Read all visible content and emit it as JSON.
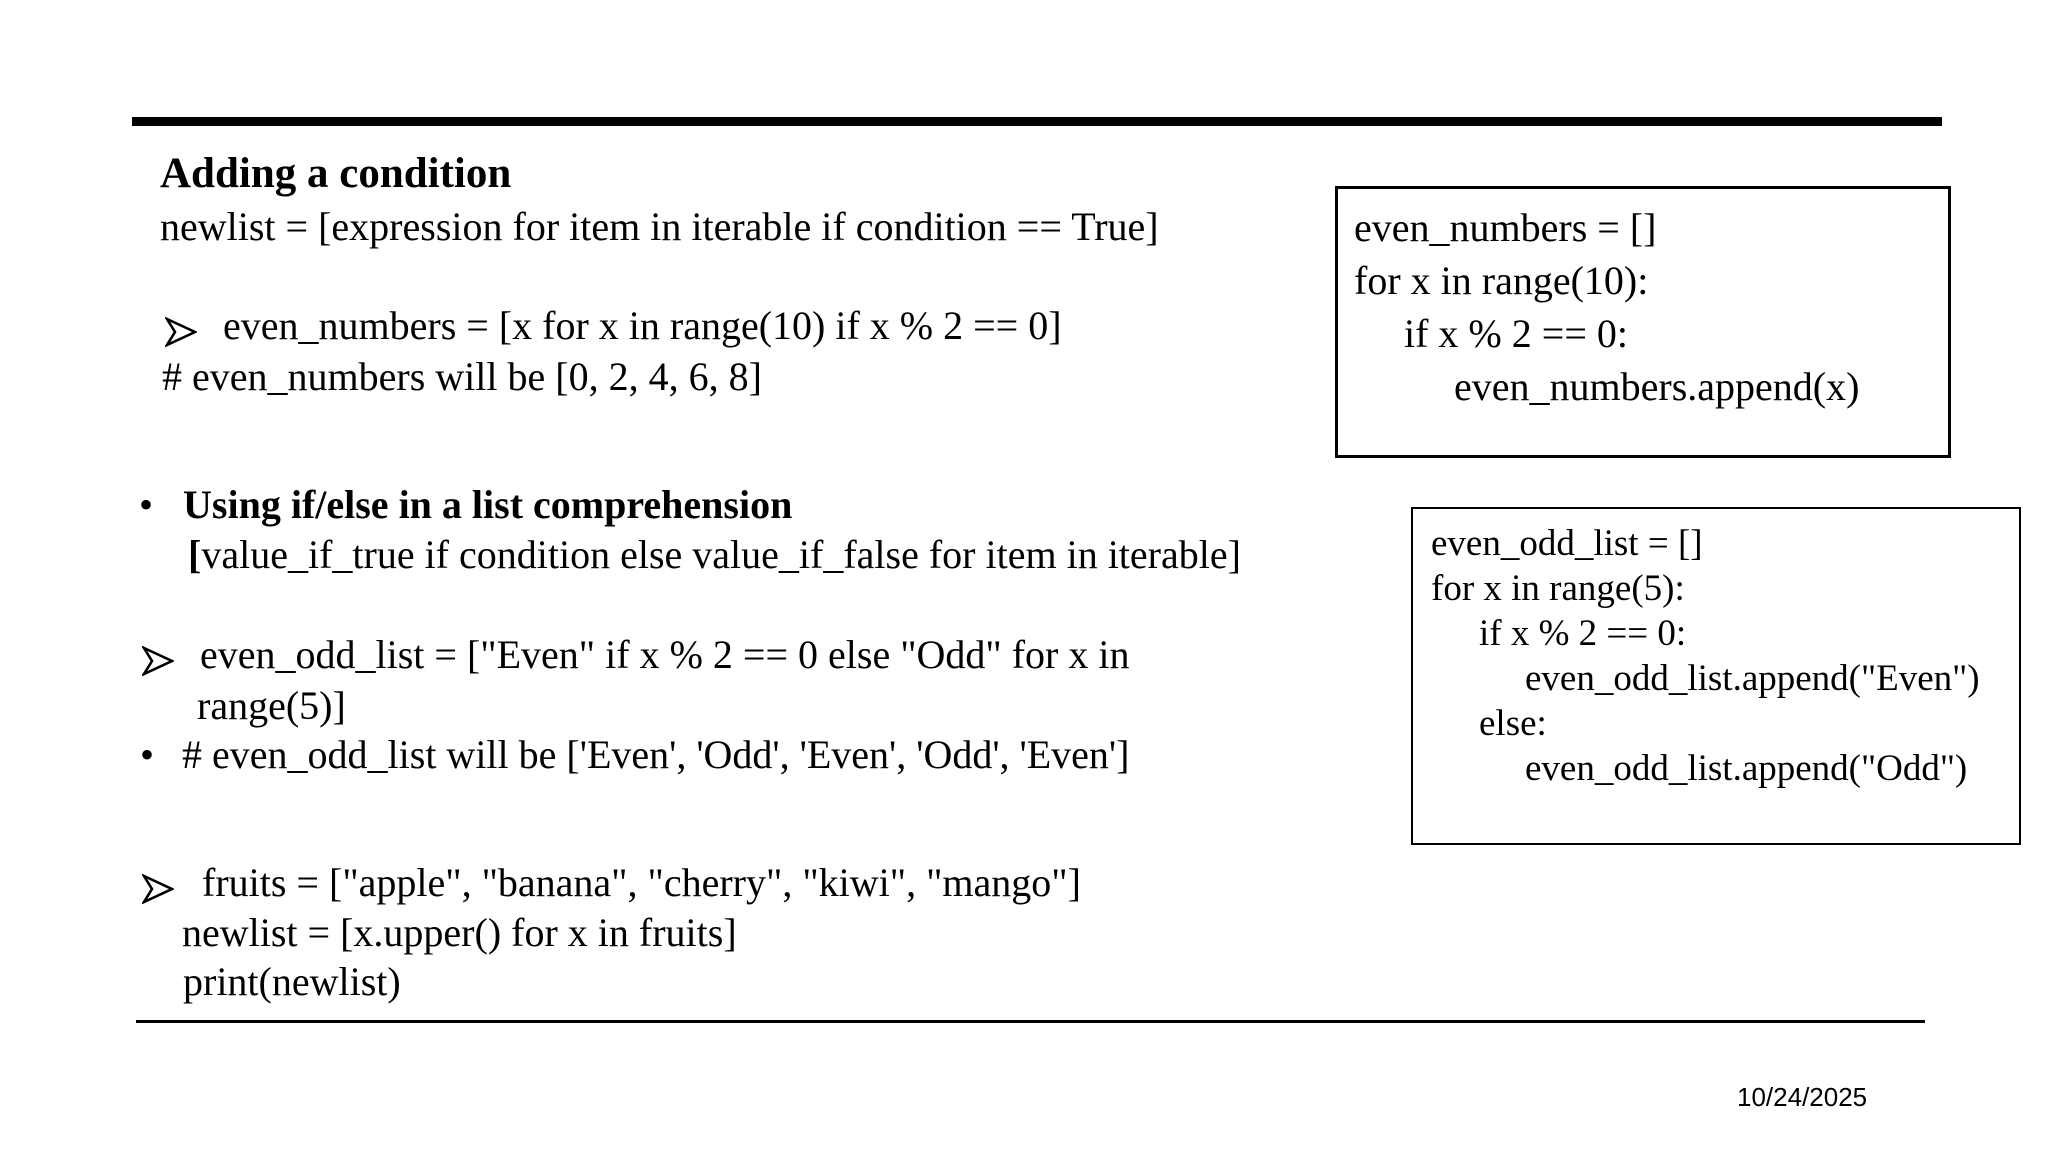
{
  "colors": {
    "text": "#000000",
    "background": "#ffffff"
  },
  "slide": {
    "title": "Adding a condition",
    "intro_line": "newlist = [expression for item in iterable if condition == True]",
    "bullets": {
      "dot": "•",
      "arrow_name": "arrowhead-bullet"
    },
    "even_numbers_line": "even_numbers = [x for x in range(10) if x % 2 == 0]",
    "even_numbers_comment": "# even_numbers will be [0, 2, 4, 6, 8]",
    "ifelse_heading": "Using if/else in a list comprehension",
    "ifelse_syntax_bracket": "[",
    "ifelse_syntax_rest": "value_if_true if condition else value_if_false for item in iterable]",
    "even_odd_line1": "even_odd_list = [\"Even\" if x % 2 == 0 else \"Odd\" for x in",
    "even_odd_line2": "range(5)]",
    "even_odd_comment": "# even_odd_list will be ['Even', 'Odd', 'Even', 'Odd', 'Even']",
    "fruits_line1": "fruits = [\"apple\", \"banana\", \"cherry\", \"kiwi\", \"mango\"]",
    "fruits_line2": "newlist = [x.upper() for x in fruits]",
    "fruits_line3": "print(newlist)",
    "date": "10/24/2025"
  },
  "code_box_1": {
    "lines": [
      {
        "text": "even_numbers = []",
        "indent": 0
      },
      {
        "text": "for x in range(10):",
        "indent": 0
      },
      {
        "text": "if x % 2 == 0:",
        "indent": 1
      },
      {
        "text": "even_numbers.append(x)",
        "indent": 2
      }
    ]
  },
  "code_box_2": {
    "lines": [
      {
        "text": "even_odd_list = []",
        "indent": 0
      },
      {
        "text": "for x in range(5):",
        "indent": 0
      },
      {
        "text": "if x % 2 == 0:",
        "indent": 1
      },
      {
        "text": "even_odd_list.append(\"Even\")",
        "indent": 2
      },
      {
        "text": "else:",
        "indent": 1
      },
      {
        "text": "even_odd_list.append(\"Odd\")",
        "indent": 2
      }
    ]
  }
}
